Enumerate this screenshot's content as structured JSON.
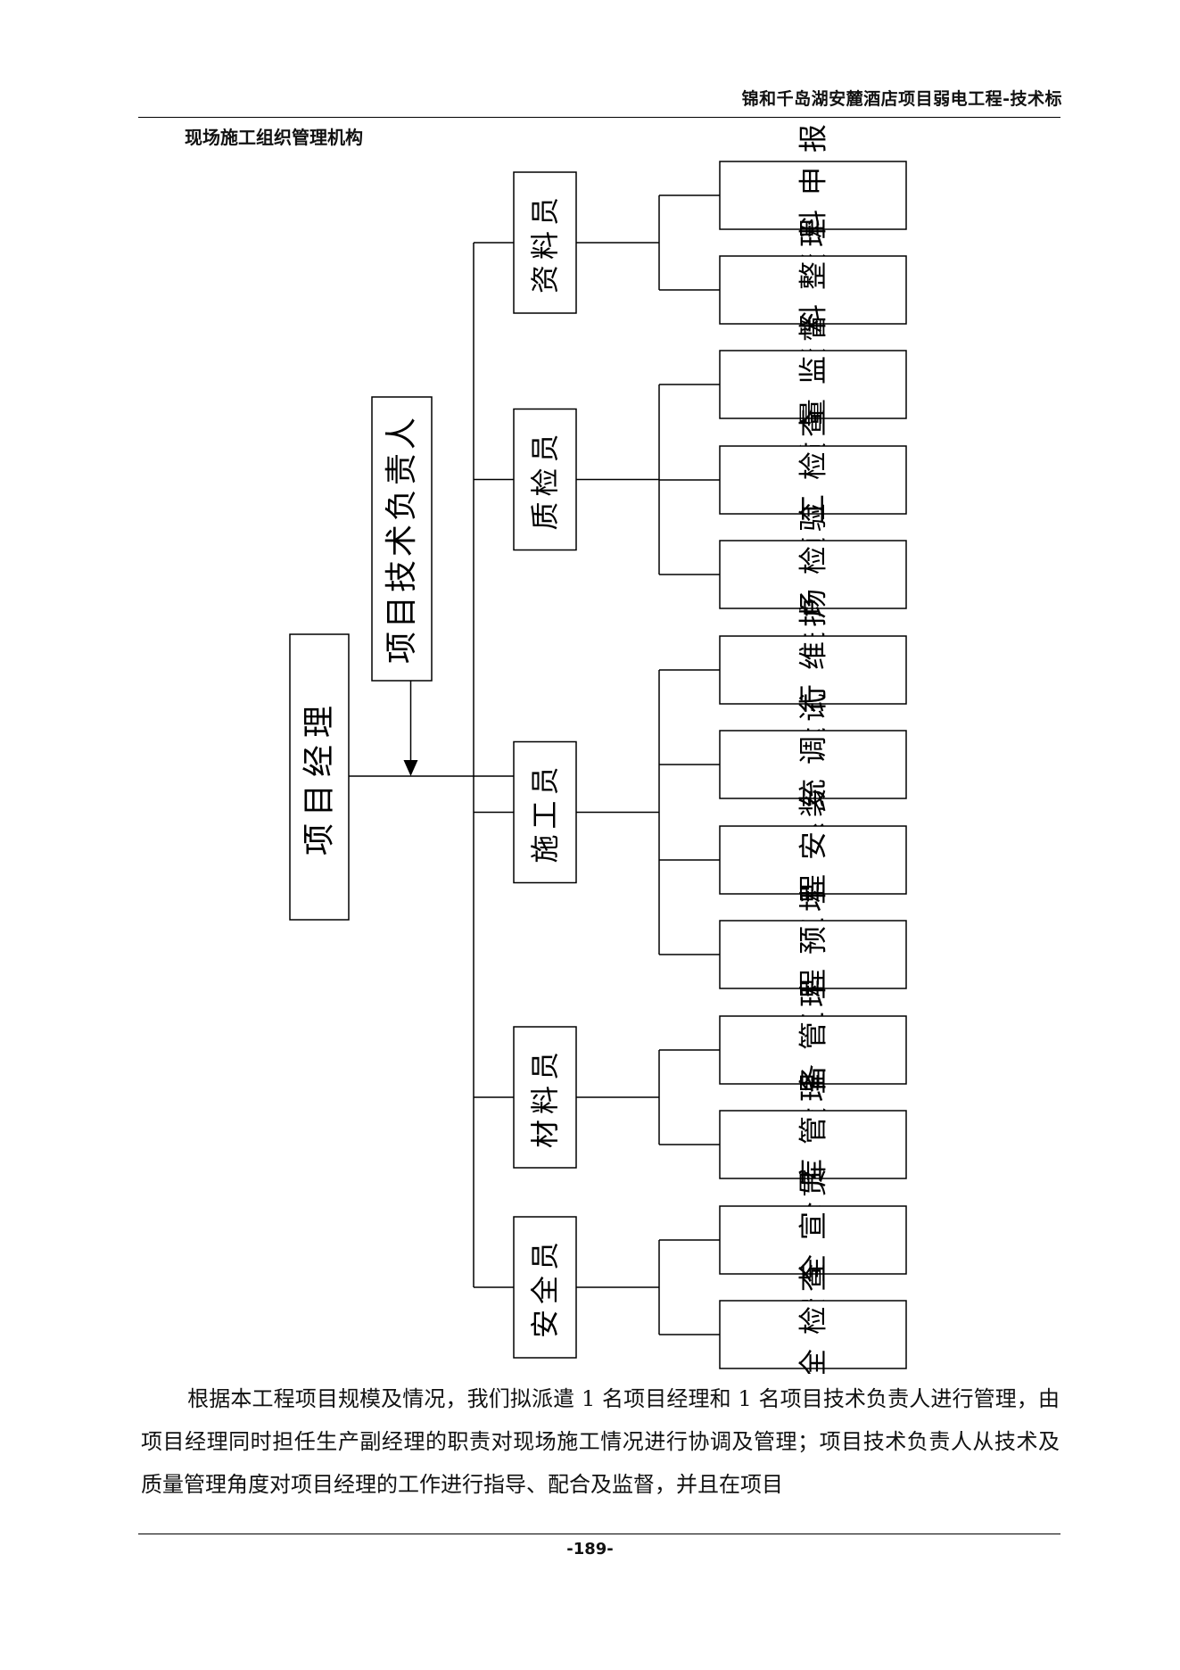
{
  "header": {
    "title": "锦和千岛湖安麓酒店项目弱电工程-技术标"
  },
  "section_title": "现场施工组织管理机构",
  "org_chart": {
    "manager": "项目经理",
    "tech_lead": "项目技术负责人",
    "roles": [
      {
        "name": "资料员",
        "tasks": [
          "资料申报",
          "资料整理"
        ]
      },
      {
        "name": "质检员",
        "tasks": [
          "质量监督",
          "随工检查",
          "进场检验"
        ]
      },
      {
        "name": "施工员",
        "tasks": [
          "运行维护",
          "系统调试",
          "工程安装",
          "工程预埋"
        ]
      },
      {
        "name": "材料员",
        "tasks": [
          "设备管理",
          "仓库管理"
        ]
      },
      {
        "name": "安全员",
        "tasks": [
          "安全宣贯",
          "安全检查"
        ]
      }
    ]
  },
  "body": {
    "paragraph": "根据本工程项目规模及情况，我们拟派遣 1 名项目经理和 1 名项目技术负责人进行管理，由项目经理同时担任生产副经理的职责对现场施工情况进行协调及管理；项目技术负责人从技术及质量管理角度对项目经理的工作进行指导、配合及监督，并且在项目"
  },
  "footer": {
    "page_number": "-189-"
  }
}
